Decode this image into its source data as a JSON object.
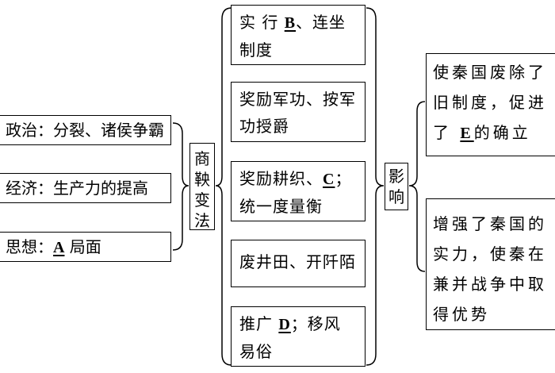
{
  "left": {
    "politics": "政治：分裂、诸侯争霸",
    "economy": "经济：生产力的提高",
    "thought_prefix": "思想：",
    "thought_blank": "A",
    "thought_suffix": " 局面"
  },
  "center": {
    "char1": "商",
    "char2": "鞅",
    "char3": "变",
    "char4": "法"
  },
  "measures": {
    "m1_prefix": "实 行 ",
    "m1_blank": "B",
    "m1_suffix": "、连坐制度",
    "m2": "奖励军功、按军功授爵",
    "m3_prefix": "奖励耕织、",
    "m3_blank": "C",
    "m3_suffix": "；统一度量衡",
    "m4": "废井田、开阡陌",
    "m5_prefix": "推广 ",
    "m5_blank": "D",
    "m5_suffix": "；移风易俗"
  },
  "influence": {
    "char1": "影",
    "char2": "响"
  },
  "effects": {
    "e1_prefix": "使秦国废除了旧制度，促进了 ",
    "e1_blank": "E",
    "e1_suffix": "的确立",
    "e2": "增强了秦国的实力，使秦在兼并战争中取得优势"
  }
}
